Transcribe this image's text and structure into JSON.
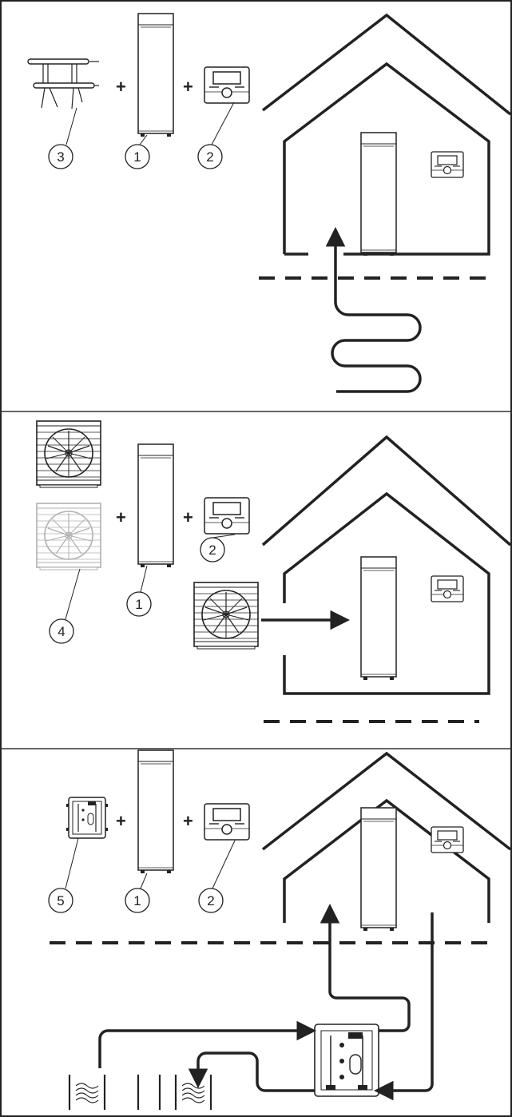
{
  "panels": [
    {
      "id": "panel-1",
      "callouts": [
        "3",
        "1",
        "2"
      ]
    },
    {
      "id": "panel-2",
      "callouts": [
        "1",
        "2",
        "4"
      ]
    },
    {
      "id": "panel-3",
      "callouts": [
        "5",
        "1",
        "2"
      ]
    }
  ],
  "plus_sign": "+",
  "colors": {
    "line": "#222222",
    "background": "#ffffff",
    "fan_gray": "#bbbbbb"
  },
  "icons": [
    "ground-collector-icon",
    "heat-pump-unit-icon",
    "controller-icon",
    "house-outline-icon",
    "air-module-icon",
    "water-module-icon",
    "waves-icon",
    "arrow-icon"
  ]
}
